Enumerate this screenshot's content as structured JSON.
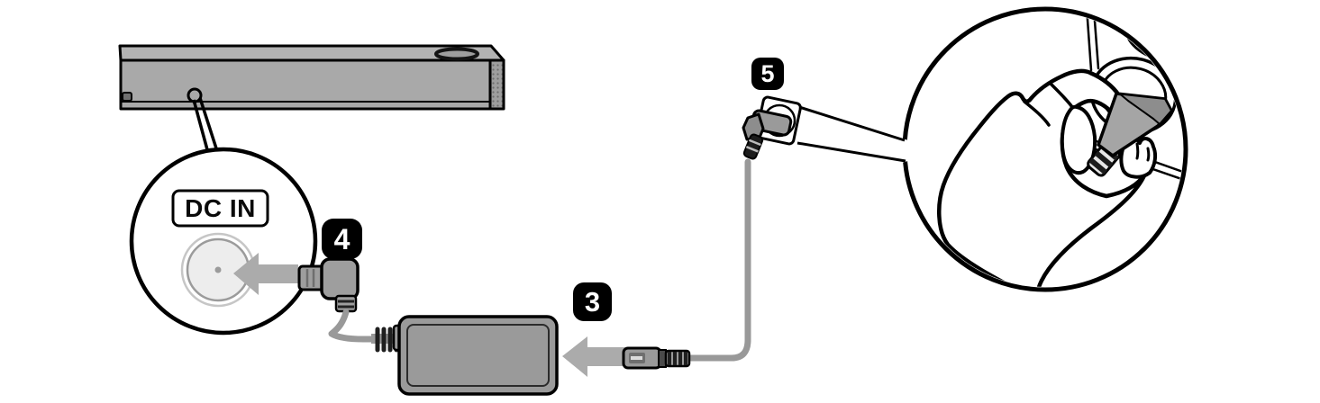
{
  "diagram": {
    "type": "soundbar-power-connection-illustration",
    "dc_in_label": "DC IN",
    "steps": [
      {
        "label": "3",
        "target": "power-cord-connector-to-ac-adapter"
      },
      {
        "label": "4",
        "target": "dc-plug-to-dc-in-port"
      },
      {
        "label": "5",
        "target": "power-plug-to-wall-outlet"
      }
    ],
    "icons": [
      "soundbar-icon",
      "dc-in-port-icon",
      "dc-plug-icon",
      "ac-adapter-icon",
      "power-cord-connector-icon",
      "wall-outlet-icon",
      "hand-inserting-plug-icon",
      "left-block-arrow-icon",
      "magnifier-callout-circle-icon"
    ],
    "colors": {
      "device_gray": "#a9a9a9",
      "device_top_gray": "#b3b3b3",
      "adapter_gray": "#9a9a9a",
      "plug_gray": "#a5a5a5",
      "plug_face_gray": "#8d8d8d",
      "cable_gray": "#999999",
      "arrow_gray": "#ababab",
      "port_fill": "#ededed",
      "outline": "#000000",
      "badge_bg": "#000000",
      "badge_text": "#ffffff"
    }
  }
}
